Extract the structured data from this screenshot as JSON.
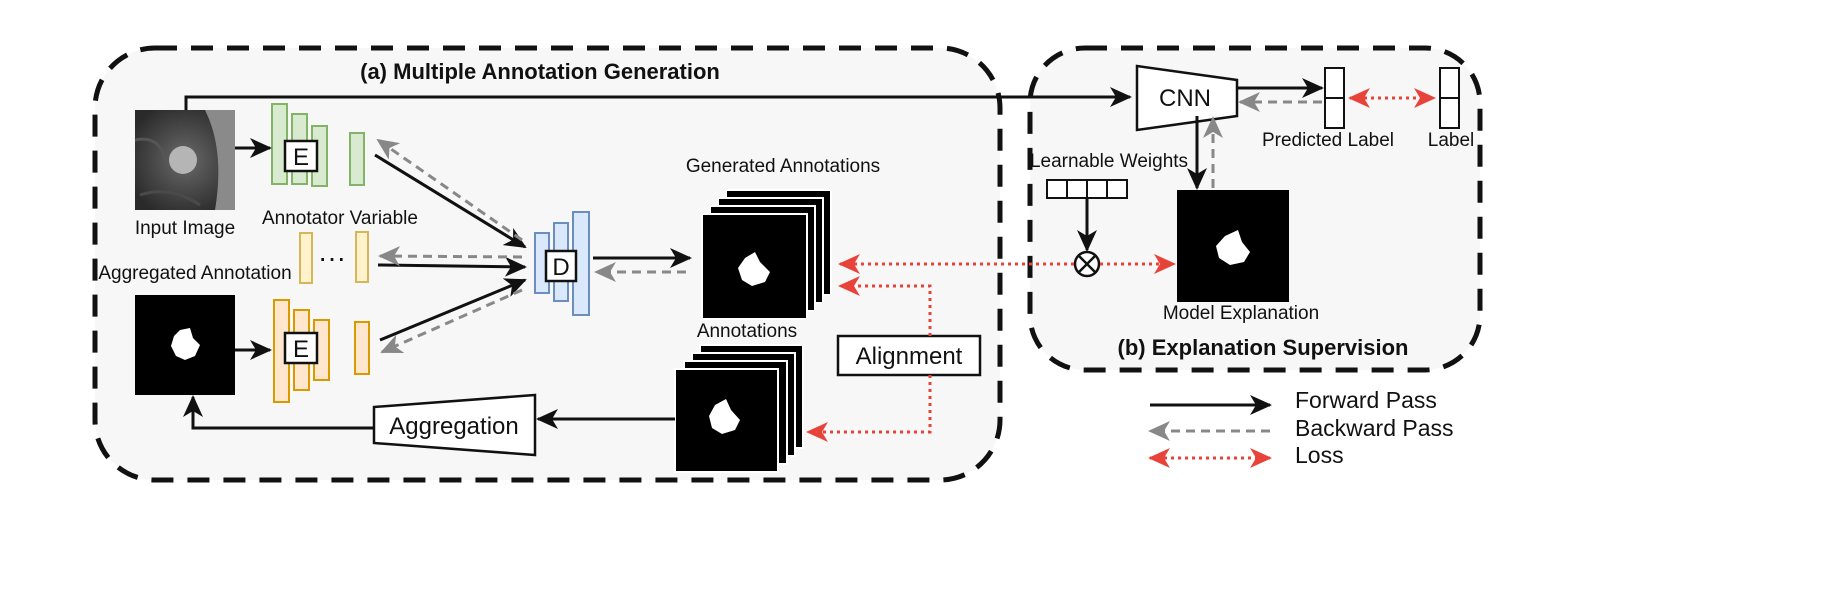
{
  "panel_a": {
    "title": "(a) Multiple Annotation Generation"
  },
  "panel_b": {
    "title": "(b) Explanation Supervision"
  },
  "labels": {
    "input_image": "Input Image",
    "annotator_variable": "Annotator Variable",
    "aggregated_annotation": "Aggregated Annotation",
    "generated_annotations": "Generated Annotations",
    "annotations": "Annotations",
    "learnable_weights": "Learnable Weights",
    "model_explanation": "Model Explanation",
    "predicted_label": "Predicted Label",
    "label": "Label",
    "ellipsis": "···"
  },
  "blocks": {
    "encoder": "E",
    "decoder": "D",
    "cnn": "CNN",
    "alignment": "Alignment",
    "aggregation": "Aggregation",
    "multiply": "⊗"
  },
  "legend": {
    "forward": "Forward Pass",
    "backward": "Backward Pass",
    "loss": "Loss"
  },
  "colors": {
    "forward": "#111111",
    "backward": "#888888",
    "loss": "#e8433a",
    "encoder_green_fill": "#d8ead0",
    "encoder_green_stroke": "#82b366",
    "latent_yellow_fill": "#fff2cc",
    "latent_yellow_stroke": "#d6b656",
    "encoder_orange_fill": "#ffe6cc",
    "encoder_orange_stroke": "#d79b00",
    "decoder_blue_fill": "#dae8fc",
    "decoder_blue_stroke": "#6c8ebf",
    "panel_fill": "#f7f7f7"
  }
}
